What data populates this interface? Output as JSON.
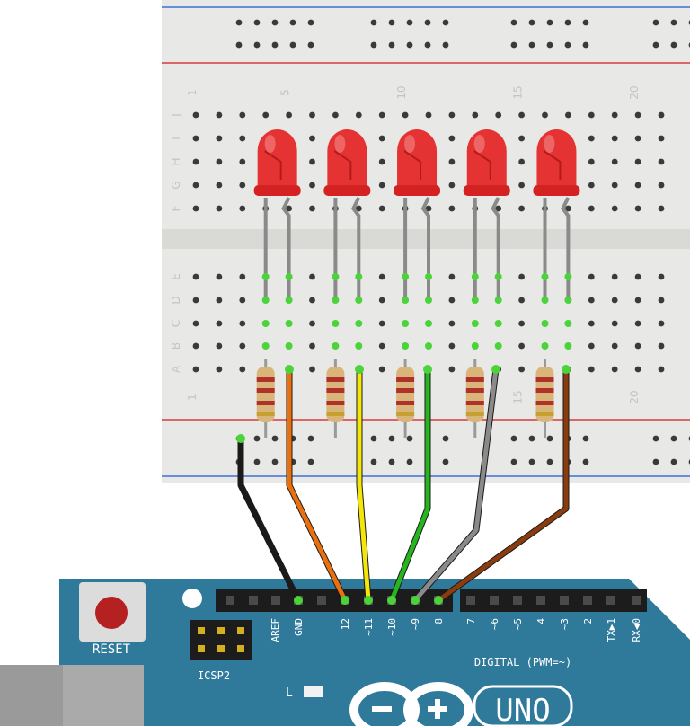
{
  "breadboard": {
    "top_numbers": [
      "1",
      "5",
      "10",
      "15",
      "20"
    ],
    "bottom_numbers": [
      "1",
      "15",
      "20"
    ],
    "row_letters_top": [
      "J",
      "I",
      "H",
      "G",
      "F"
    ],
    "row_letters_bottom": [
      "E",
      "D",
      "C",
      "B",
      "A"
    ],
    "rail_blue": "#3d6fd6",
    "rail_red": "#d83b3b"
  },
  "arduino": {
    "reset_label": "RESET",
    "icsp_label": "ICSP2",
    "l_label": "L",
    "digital_label": "DIGITAL (PWM=~)",
    "uno_label": "UNO",
    "pin_labels": [
      "AREF",
      "GND",
      "12",
      "~11",
      "~10",
      "~9",
      "8",
      "7",
      "~6",
      "~5",
      "4",
      "~3",
      "2",
      "TX▶1",
      "RX◀0"
    ],
    "board_color": "#2f7a9b"
  },
  "leds": [
    {
      "color": "#e53232"
    },
    {
      "color": "#e53232"
    },
    {
      "color": "#e53232"
    },
    {
      "color": "#e53232"
    },
    {
      "color": "#e53232"
    }
  ],
  "wires": [
    {
      "name": "black",
      "color": "#1a1a1a"
    },
    {
      "name": "orange",
      "color": "#e8700f"
    },
    {
      "name": "yellow",
      "color": "#f5e60a"
    },
    {
      "name": "green",
      "color": "#27b51f"
    },
    {
      "name": "gray",
      "color": "#8a8a8a"
    },
    {
      "name": "brown",
      "color": "#8b3c0f"
    }
  ]
}
